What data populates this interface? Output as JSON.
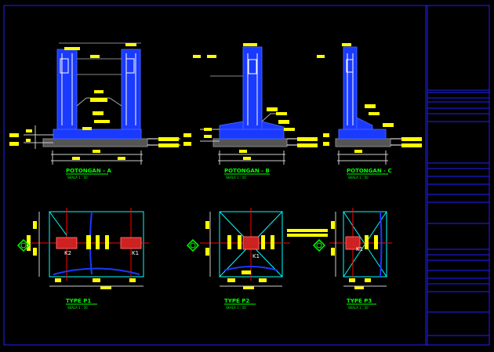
{
  "sections": {
    "a": {
      "title": "POTONGAN - A",
      "scale": "SKALA 1 : 50"
    },
    "b": {
      "title": "POTONGAN - B",
      "scale": "SKALA 1 : 50"
    },
    "c": {
      "title": "POTONGAN - C",
      "scale": "SKALA 1 : 50"
    }
  },
  "plans": {
    "p1": {
      "title": "TYPE P1",
      "scale": "SKALA 1 : 50",
      "columns": [
        "K2",
        "K1"
      ]
    },
    "p2": {
      "title": "TYPE P2",
      "scale": "SKALA 1 : 50",
      "columns": [
        "K1"
      ]
    },
    "p3": {
      "title": "TYPE P3",
      "scale": "SKALA 1 : 50",
      "columns": [
        "K1"
      ]
    }
  },
  "colors": {
    "background": "#000000",
    "frame": "#0000ff",
    "concrete": "#1a3aff",
    "titles": "#00ff00",
    "annotations": "#ffff00",
    "plan_outline": "#00ffff",
    "axis": "#ff0000",
    "column_hatch": "#ff4040",
    "dimension": "#ffffff"
  },
  "icons": {
    "section_marker": "diamond-section-marker-icon"
  }
}
